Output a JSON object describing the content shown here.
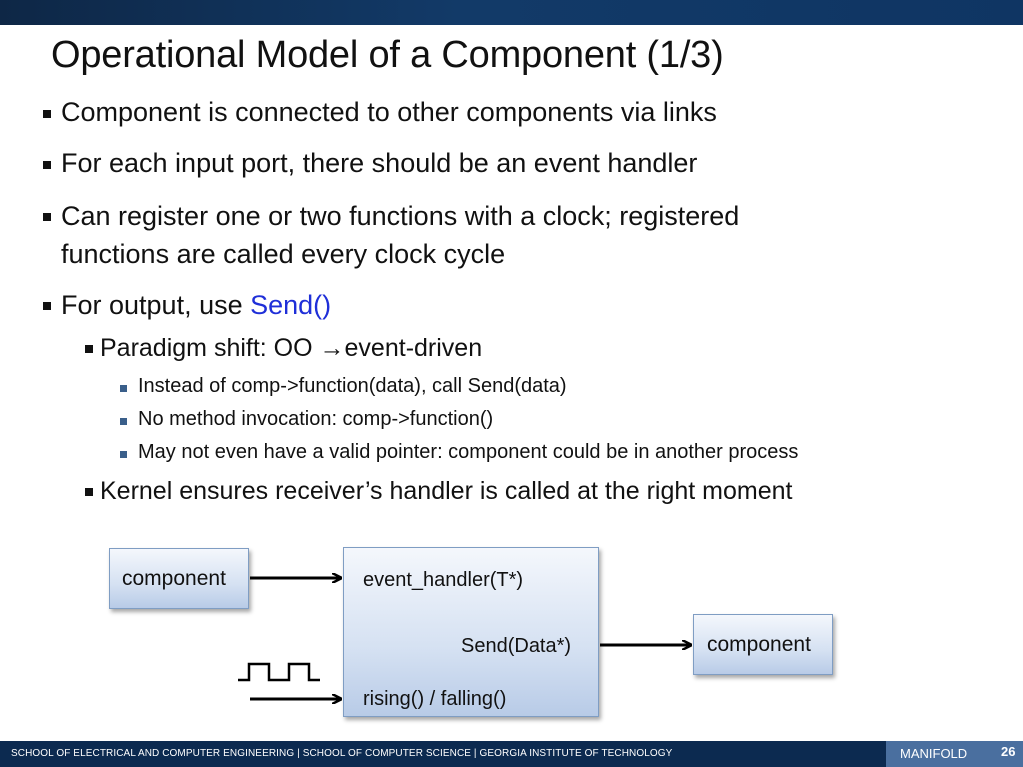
{
  "slide": {
    "title": "Operational Model of a Component (1/3)",
    "bullets": {
      "b1": "Component is connected to other components via links",
      "b2": "For each input port, there should be an event handler",
      "b3_line1": "Can register one or two functions with a clock; registered",
      "b3_line2": "functions are called every clock cycle",
      "b4_prefix": "For output, use ",
      "b4_highlight": "Send()",
      "sub1_prefix": "Paradigm shift: OO ",
      "sub1_arrow": "→",
      "sub1_suffix": "event-driven",
      "subsub1": "Instead of comp->function(data), call Send(data)",
      "subsub2": "No method invocation: comp->function()",
      "subsub3": "May not even have a valid pointer: component could be in another process",
      "sub2": "Kernel ensures receiver’s handler is called at the right moment"
    }
  },
  "diagram": {
    "left_component": "component",
    "right_component": "component",
    "handler_event": "event_handler(T*)",
    "handler_send": "Send(Data*)",
    "handler_clock": "rising() / falling()"
  },
  "footer": {
    "affiliation": "SCHOOL OF ELECTRICAL AND COMPUTER ENGINEERING | SCHOOL OF COMPUTER SCIENCE | GEORGIA INSTITUTE OF TECHNOLOGY",
    "project": "MANIFOLD",
    "page_number": "26"
  },
  "colors": {
    "accent": "#1f2fd8",
    "header_bar": "#123a68",
    "footer_bar": "#0c2a50",
    "footer_block": "#4a6f9f"
  }
}
